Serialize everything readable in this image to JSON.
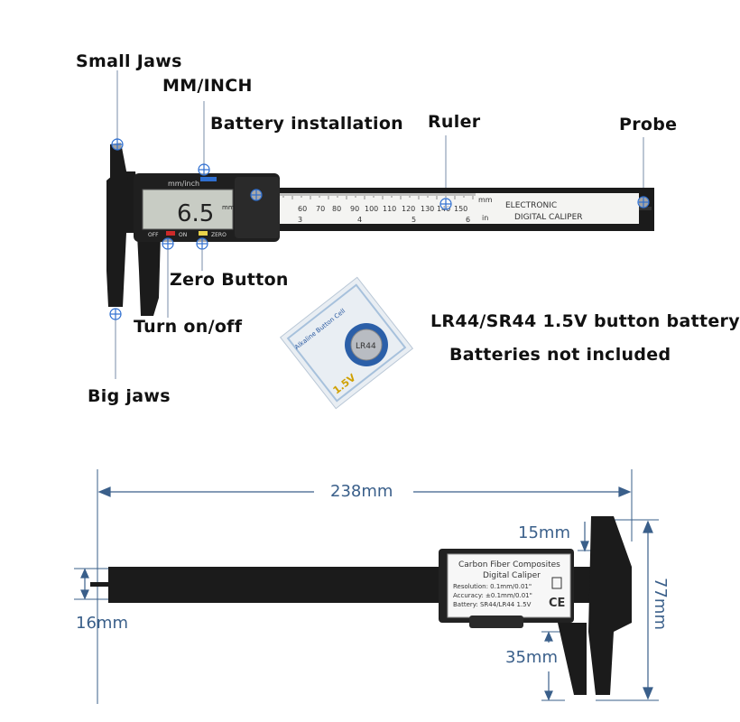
{
  "top_section": {
    "callouts": {
      "small_jaws": "Small Jaws",
      "mm_inch": "MM/INCH",
      "battery_installation": "Battery installation",
      "ruler": "Ruler",
      "probe": "Probe",
      "zero_button": "Zero Button",
      "turn_on_off": "Turn on/off",
      "big_jaws": "Big jaws",
      "battery_type": "LR44/SR44 1.5V button battery",
      "batteries_note": "Batteries not included"
    },
    "caliper": {
      "display_value": "6.5",
      "display_unit": "mm",
      "unit_button_label": "mm/inch",
      "off_label": "OFF",
      "on_label": "ON",
      "zero_label": "ZERO",
      "scale_title_line1": "ELECTRONIC",
      "scale_title_line2": "DIGITAL CALIPER",
      "scale_unit_mm": "mm",
      "scale_unit_in": "in",
      "scale_numbers": [
        "60",
        "70",
        "80",
        "90",
        "100",
        "110",
        "120",
        "130",
        "140",
        "150"
      ],
      "inch_numbers": [
        "3",
        "4",
        "5",
        "6"
      ]
    },
    "battery": {
      "pack_text": "Alkaline Button Cell",
      "voltage": "1.5V",
      "cell_text": "LR44"
    }
  },
  "bottom_section": {
    "dimensions": {
      "length": "238mm",
      "small_jaw": "15mm",
      "height": "77mm",
      "beam_width": "16mm",
      "big_jaw": "35mm"
    },
    "spec_label": {
      "line1": "Carbon Fiber Composites",
      "line2": "Digital Caliper",
      "resolution": "Resolution: 0.1mm/0.01\"",
      "accuracy": "Accuracy: ±0.1mm/0.01\"",
      "battery": "Battery: SR44/LR44 1.5V",
      "ce_mark": "CE"
    }
  },
  "colors": {
    "callout_line": "#7a8ea8",
    "dimension_line": "#3a5f8a",
    "caliper_body": "#1b1b1b",
    "lcd": "#c8ccc4",
    "scale": "#f4f4f2"
  }
}
